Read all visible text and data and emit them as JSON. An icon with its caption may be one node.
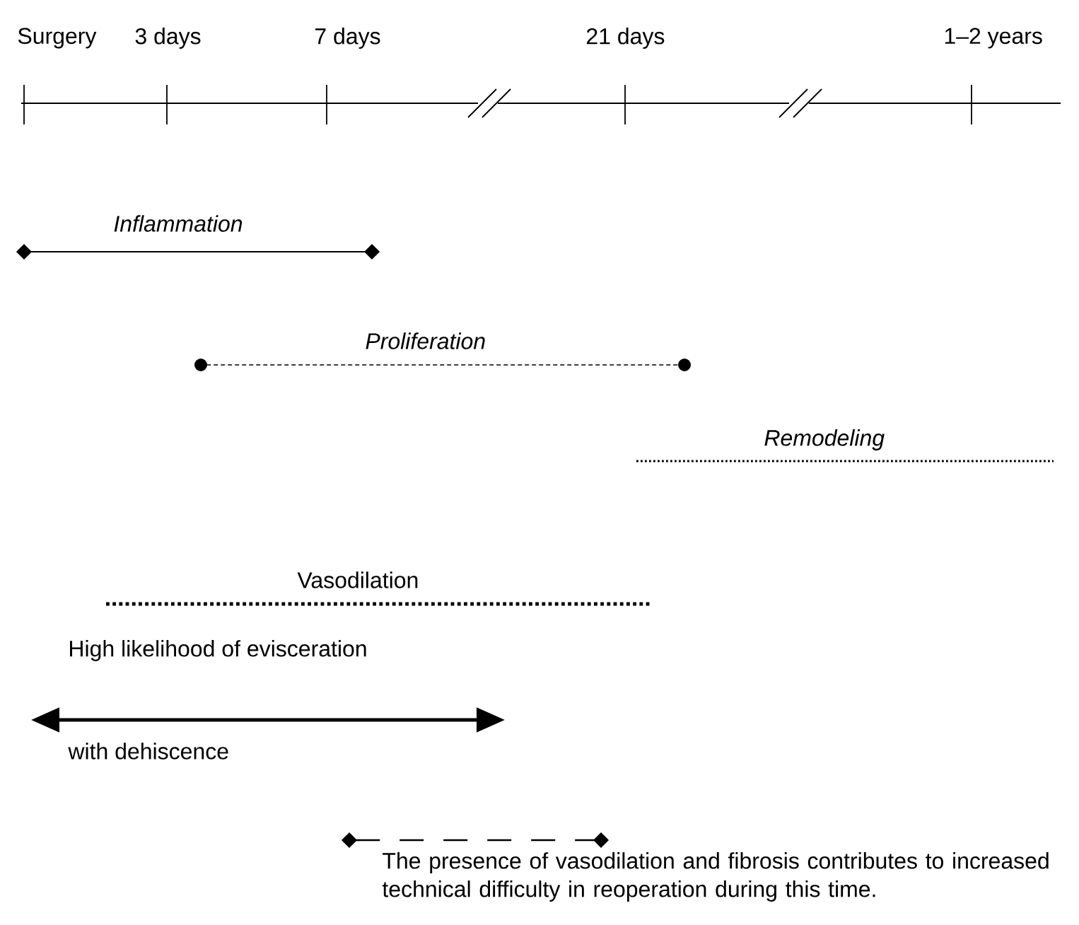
{
  "diagram": {
    "labels": [
      "Surgery",
      "3 days",
      "7 days",
      "21 days",
      "1–2 years",
      "Inflammation",
      "Proliferation",
      "Remodeling",
      "Vasodilation",
      "High likelihood of evisceration",
      "with dehiscence",
      "The presence of vasodilation and fibrosis contributes to increased technical difficulty in reoperation during this time."
    ]
  }
}
